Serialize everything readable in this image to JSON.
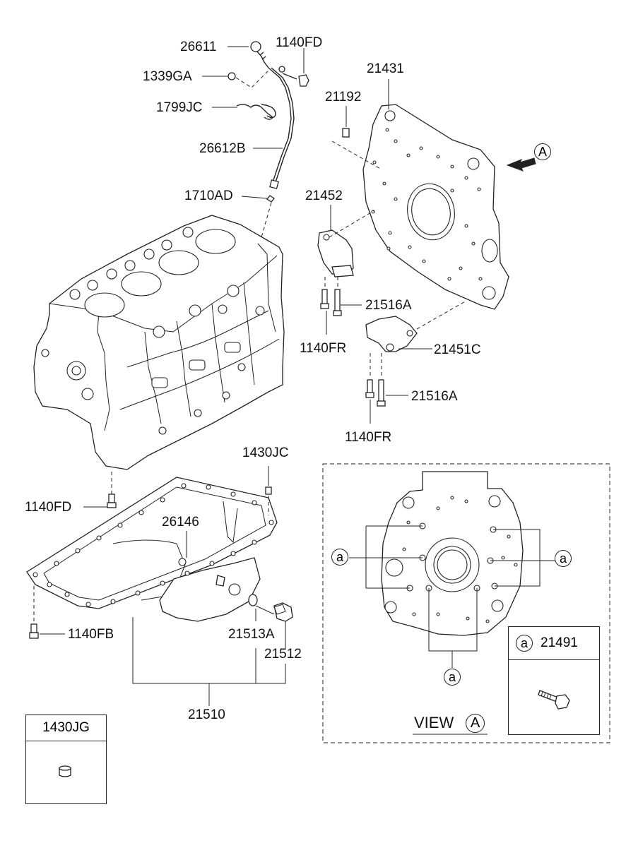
{
  "parts": {
    "p26611": "26611",
    "p1140FD_top": "1140FD",
    "p1339GA": "1339GA",
    "p1799JC": "1799JC",
    "p26612B": "26612B",
    "p1710AD": "1710AD",
    "p21431": "21431",
    "p21192": "21192",
    "p21452": "21452",
    "p21516A_1": "21516A",
    "p1140FR_1": "1140FR",
    "p21451C": "21451C",
    "p21516A_2": "21516A",
    "p1140FR_2": "1140FR",
    "p1430JC": "1430JC",
    "p1140FD_bottom": "1140FD",
    "p26146": "26146",
    "p1140FB": "1140FB",
    "p21513A": "21513A",
    "p21512": "21512",
    "p21510": "21510"
  },
  "view_label": "VIEW",
  "view_callout": "A",
  "arrow_callout": "A",
  "callout_a": "a",
  "legend_box": {
    "symbol": "a",
    "part": "21491"
  },
  "small_box": {
    "part": "1430JG"
  },
  "icons": [
    "view-arrow-icon",
    "bolt-icon",
    "plug-icon"
  ]
}
